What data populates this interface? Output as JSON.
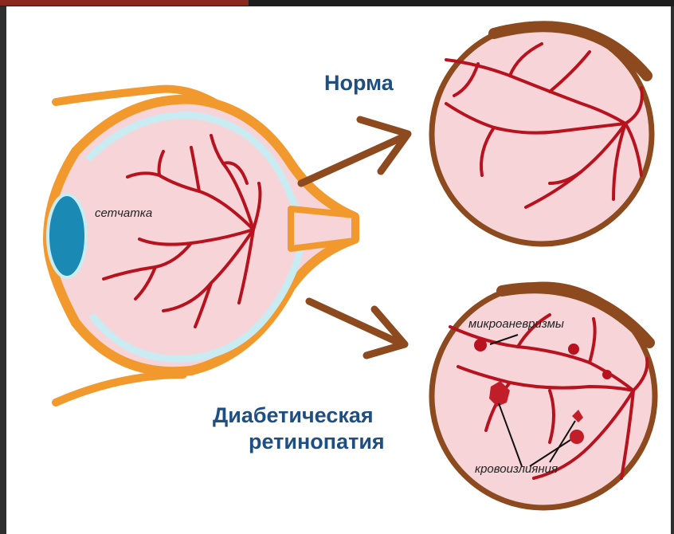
{
  "labels": {
    "retina": "сетчатка",
    "normal": "Норма",
    "diabetic_line1": "Диабетическая",
    "diabetic_line2": "ретинопатия",
    "microaneurysms": "микроаневризмы",
    "hemorrhages": "кровоизлияния"
  },
  "colors": {
    "eye_outline": "#f2992e",
    "eye_inner_ring": "#c9ecf2",
    "retina_fill": "#f6d4d8",
    "vessels": "#b8121e",
    "lens": "#1a8ab5",
    "fundus_ring": "#8c4a1e",
    "arrows": "#8c4a1e",
    "text_blue": "#1f4f82"
  }
}
